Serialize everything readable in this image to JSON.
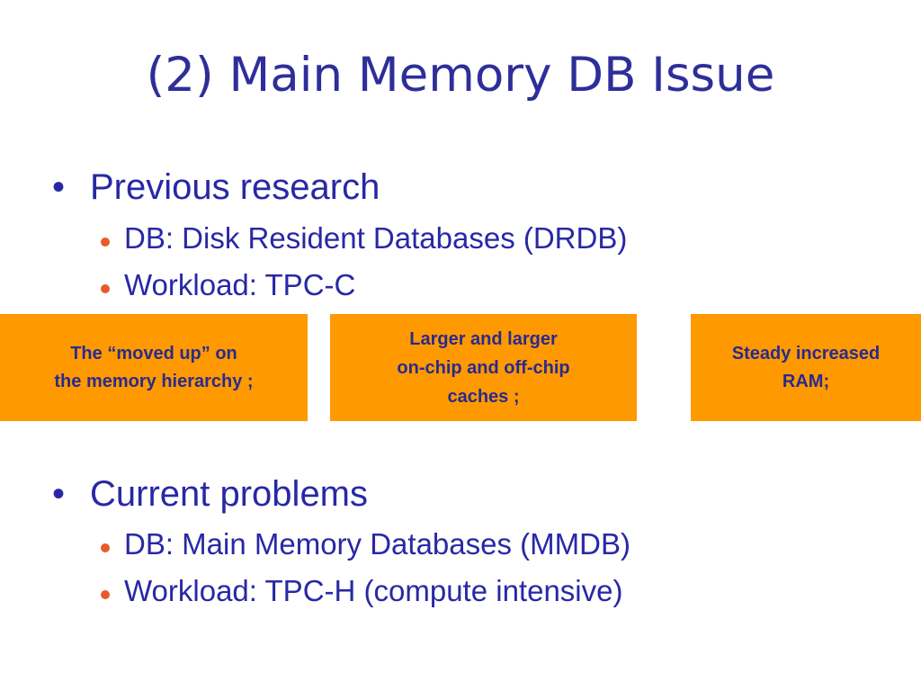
{
  "slide": {
    "title": "(2) Main Memory DB Issue",
    "sections": [
      {
        "bullet": "•",
        "heading": "Previous research",
        "items": [
          "DB: Disk Resident Databases (DRDB)",
          "Workload: TPC-C"
        ]
      },
      {
        "bullet": "•",
        "heading": "Current problems",
        "items": [
          "DB: Main Memory Databases (MMDB)",
          "Workload: TPC-H (compute intensive)"
        ]
      }
    ],
    "boxes": [
      {
        "lines": [
          "The “moved up” on",
          "the memory hierarchy ;"
        ]
      },
      {
        "lines": [
          "Larger and larger",
          "on-chip and off-chip",
          "caches ;"
        ]
      },
      {
        "lines": [
          "Steady increased",
          "RAM;"
        ]
      }
    ],
    "colors": {
      "title": "#2e2e9a",
      "text": "#2828a6",
      "box_fill": "#ff9900",
      "box_text": "#2a2a8e",
      "sub_bullet": "#e85a2c"
    }
  }
}
